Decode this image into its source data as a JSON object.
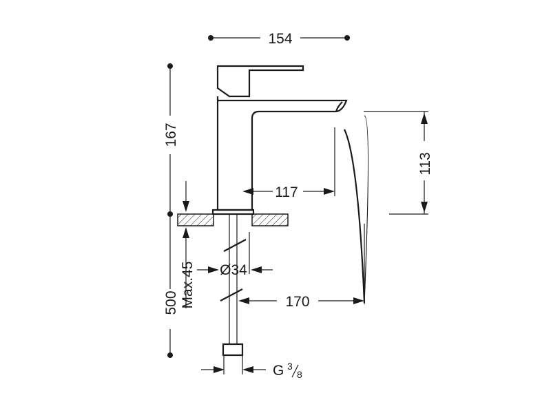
{
  "dimensions": {
    "total_width": "154",
    "total_height": "167",
    "spout_projection": "117",
    "spout_height": "113",
    "deck_thickness": "Max.45",
    "hole_diameter": "Ø34",
    "stream_reach": "170",
    "hose_length": "500",
    "connection_thread": "G",
    "connection_fraction_num": "3",
    "connection_fraction_den": "8"
  }
}
